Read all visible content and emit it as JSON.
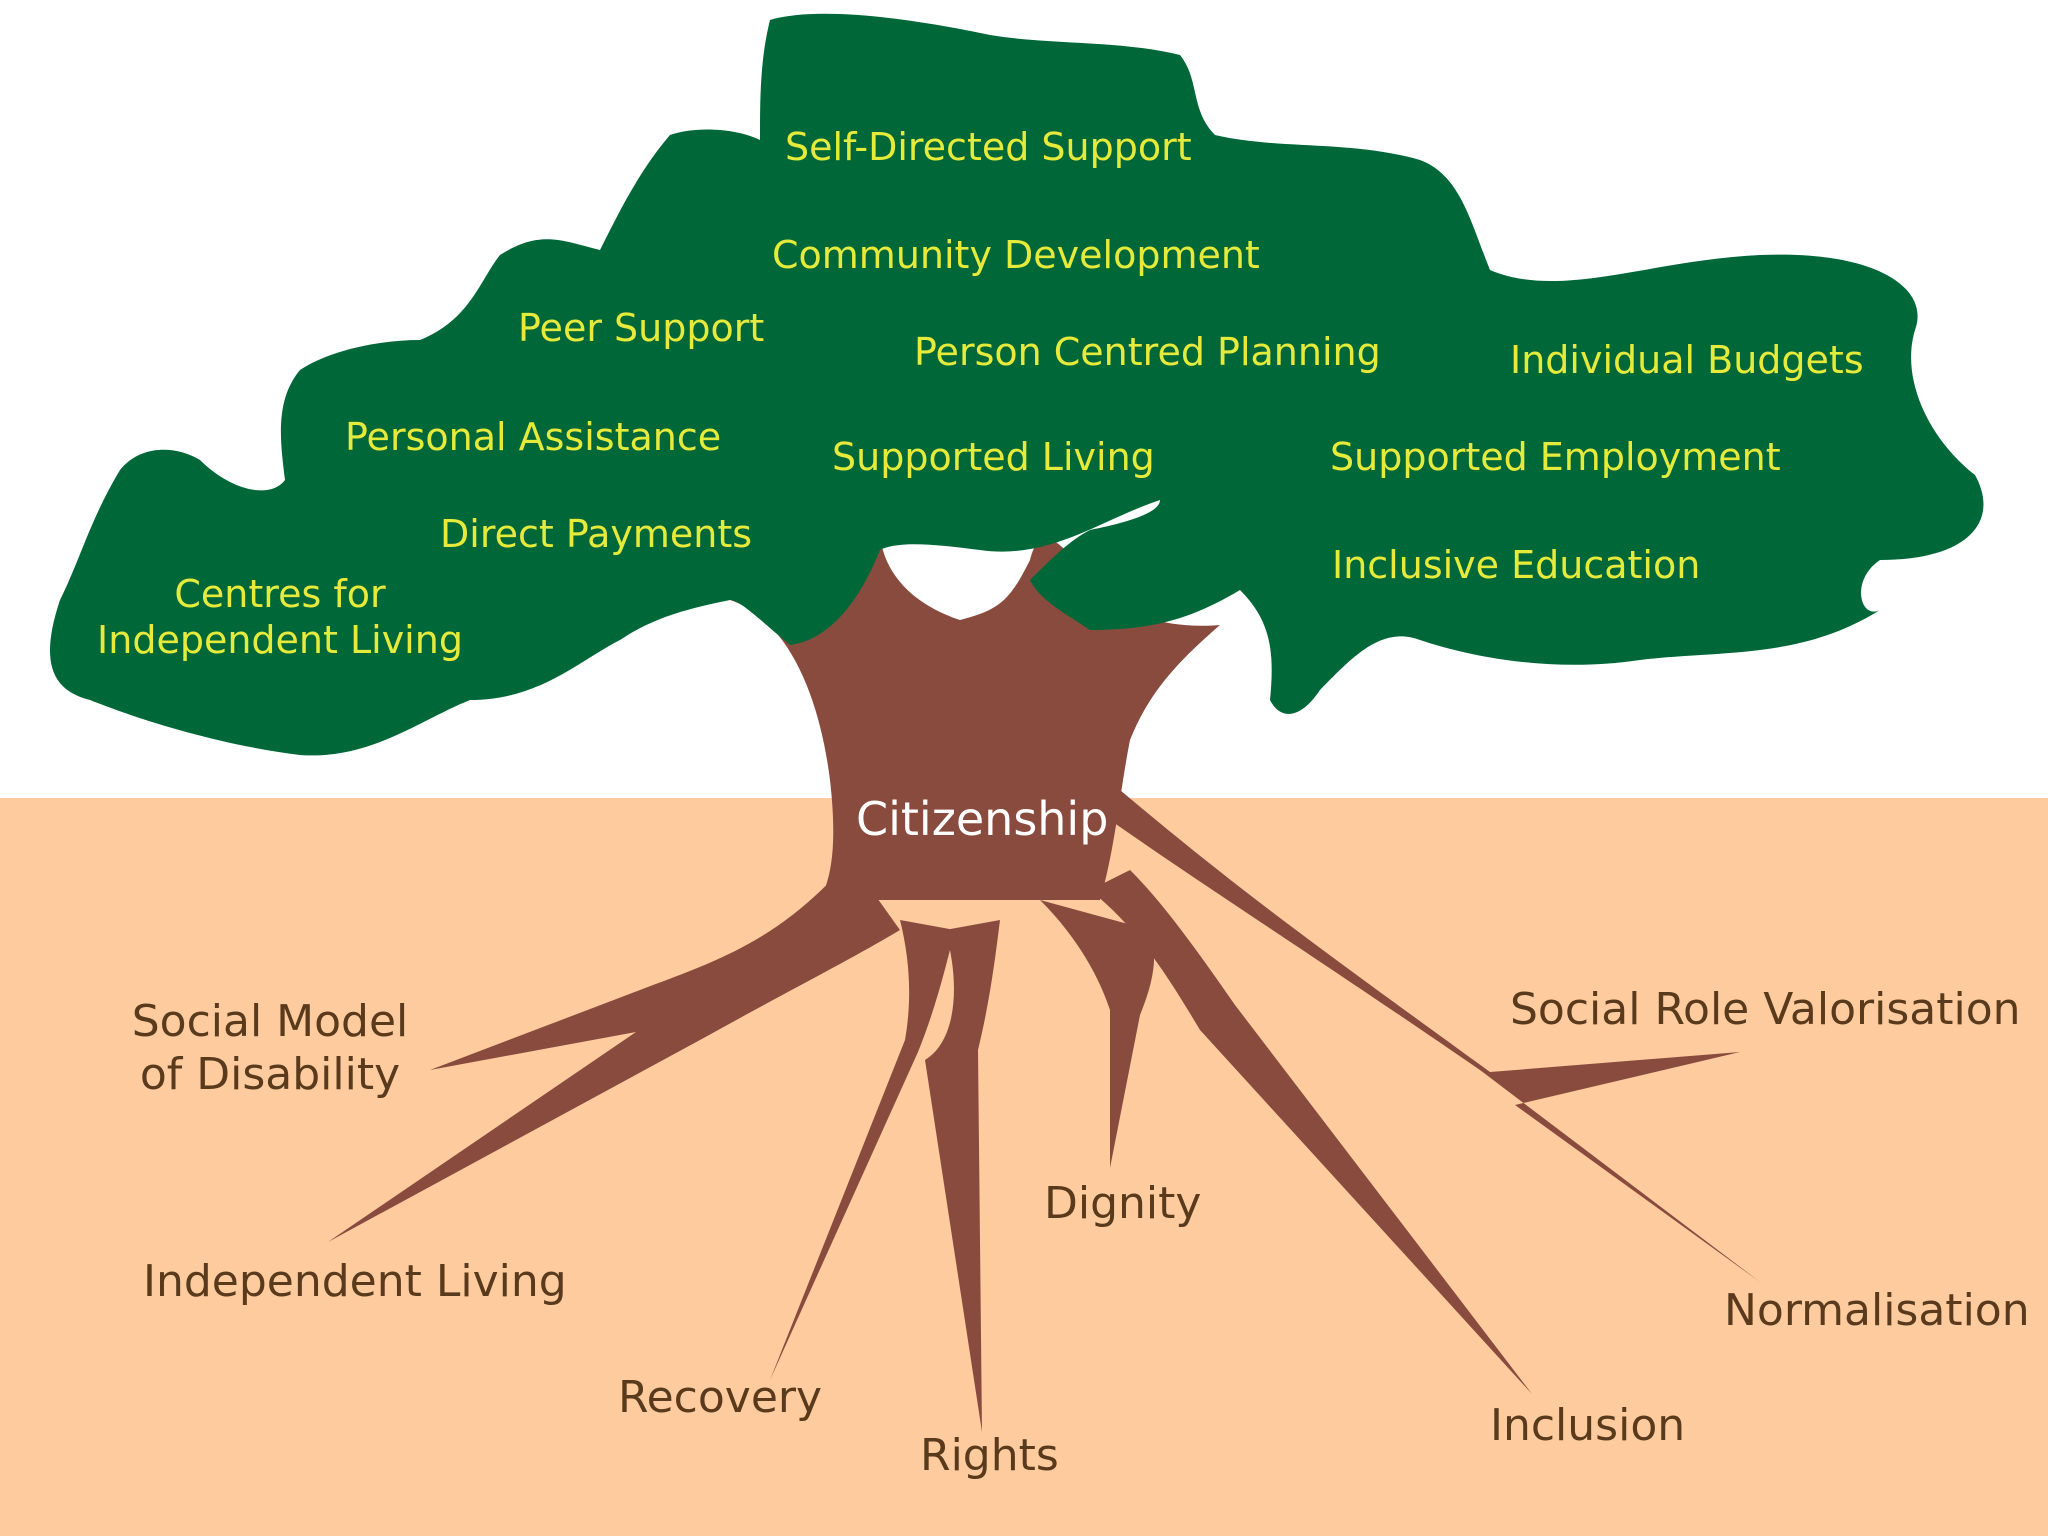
{
  "colors": {
    "canopy": "#006838",
    "trunk": "#8a4b3f",
    "soil": "#fdcb9e",
    "sky": "#ffffff",
    "canopy_text": "#e6ea3a",
    "root_text": "#5a3a1c",
    "trunk_text": "#ffffff"
  },
  "trunk": {
    "label": "Citizenship"
  },
  "canopy": {
    "self_directed_support": "Self-Directed Support",
    "community_development": "Community Development",
    "peer_support": "Peer Support",
    "person_centred_planning": "Person Centred Planning",
    "individual_budgets": "Individual Budgets",
    "personal_assistance": "Personal Assistance",
    "supported_living": "Supported Living",
    "supported_employment": "Supported Employment",
    "direct_payments": "Direct Payments",
    "inclusive_education": "Inclusive Education",
    "centres_line1": "Centres for",
    "centres_line2": "Independent Living"
  },
  "roots": {
    "social_model_line1": "Social Model",
    "social_model_line2": "of Disability",
    "independent_living": "Independent Living",
    "recovery": "Recovery",
    "rights": "Rights",
    "dignity": "Dignity",
    "inclusion": "Inclusion",
    "normalisation": "Normalisation",
    "social_role_valorisation": "Social Role Valorisation"
  }
}
